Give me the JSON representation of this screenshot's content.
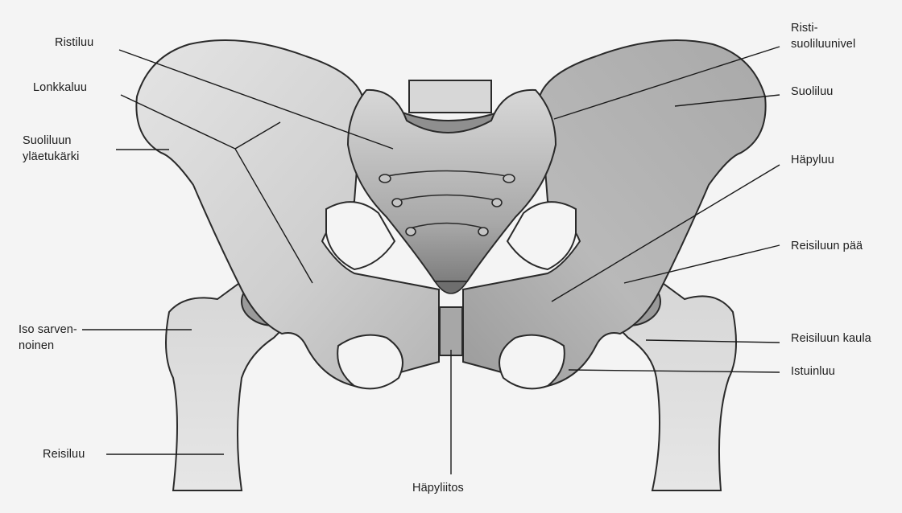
{
  "labels": {
    "ristiluu": "Ristiluu",
    "lonkkaluu": "Lonkkaluu",
    "suoliluun_ylaetukarki_1": "Suoliluun",
    "suoliluun_ylaetukarki_2": "yläetukärki",
    "iso_sarvennoinen_1": "Iso sarven-",
    "iso_sarvennoinen_2": "noinen",
    "reisiluu": "Reisiluu",
    "hapyliitos": "Häpyliitos",
    "risti_suoliluunivel_1": "Risti-",
    "risti_suoliluunivel_2": "suoliluunivel",
    "suoliluu": "Suoliluu",
    "hapyluu": "Häpyluu",
    "reisiluun_paa": "Reisiluun pää",
    "reisiluun_kaula": "Reisiluun kaula",
    "istuinluu": "Istuinluu"
  },
  "colors": {
    "background": "#f4f4f4",
    "bone_light": "#dcdcdc",
    "bone_mid": "#b9b9b9",
    "bone_dark": "#8c8c8c",
    "outline": "#2a2a2a",
    "leader_line": "#1a1a1a"
  }
}
